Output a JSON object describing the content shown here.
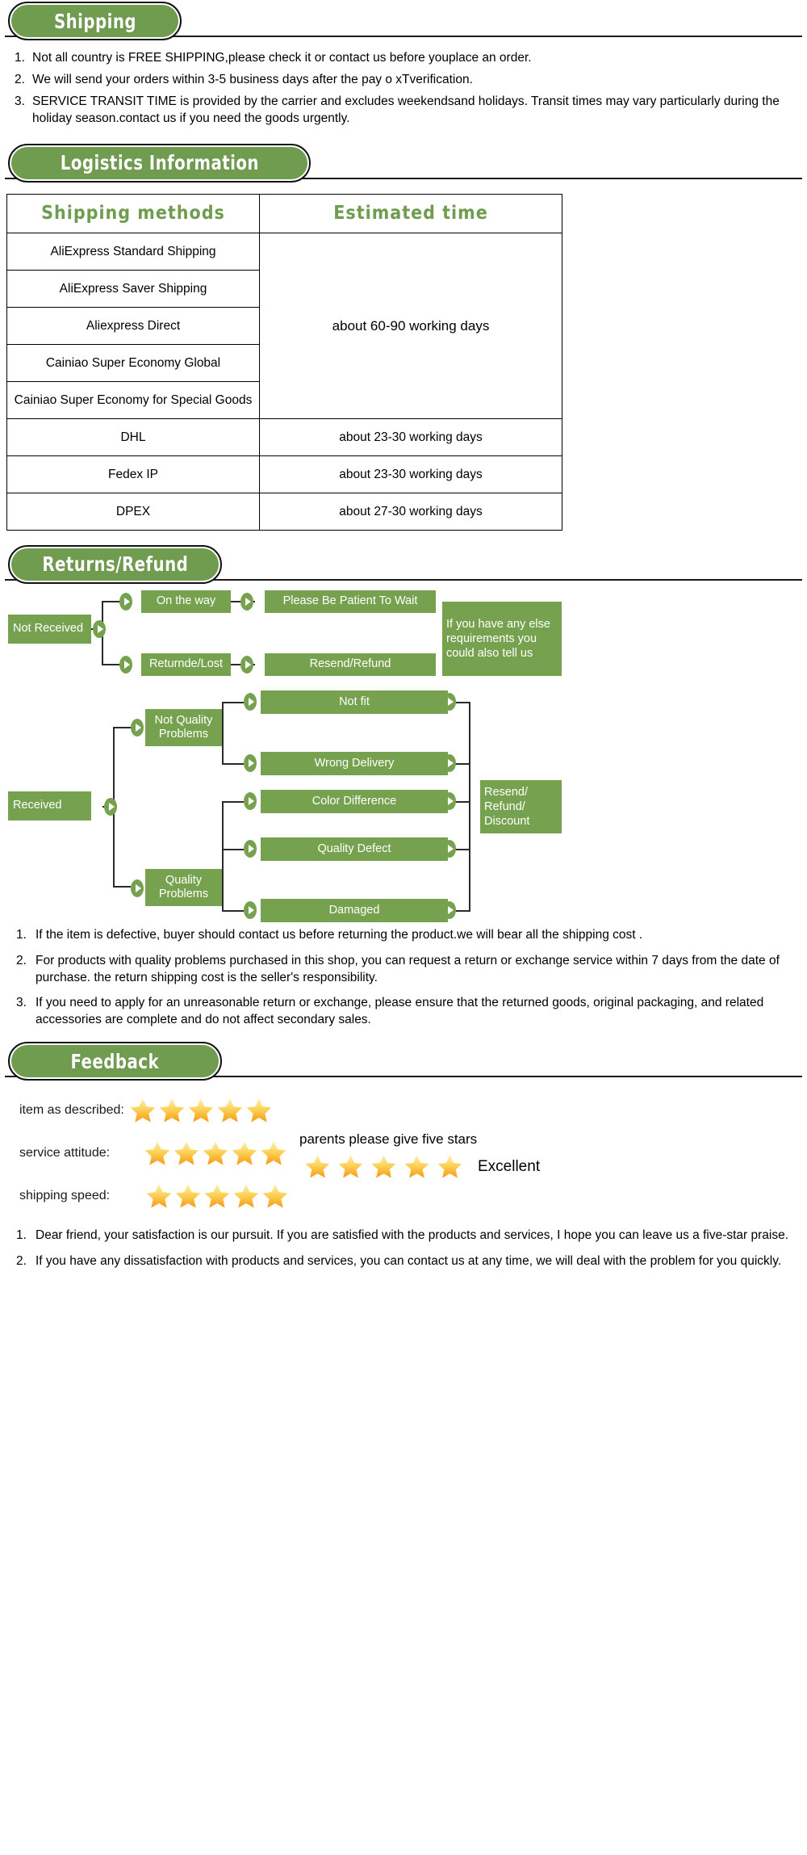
{
  "sections": {
    "shipping": {
      "title": "Shipping",
      "items": [
        "Not all country is FREE SHIPPING,please check it or contact us before youplace an order.",
        "We will send your orders within 3-5 business days after the pay o xTverification.",
        "SERVICE TRANSIT TIME is provided by the carrier and excludes weekendsand holidays. Transit times may vary particularly during the holiday season.contact us if you need the goods urgently."
      ]
    },
    "logistics": {
      "title": "Logistics  Information",
      "columns": [
        "Shipping  methods",
        "Estimated  time"
      ],
      "rows": [
        {
          "method": "AliExpress Standard Shipping",
          "time": "about 60-90 working days",
          "grouped": true
        },
        {
          "method": "AliExpress Saver Shipping",
          "time": "",
          "grouped": true
        },
        {
          "method": "Aliexpress Direct",
          "time": "",
          "grouped": true
        },
        {
          "method": "Cainiao Super Economy Global",
          "time": "",
          "grouped": true
        },
        {
          "method": "Cainiao Super Economy for Special Goods",
          "time": "",
          "grouped": true
        },
        {
          "method": "DHL",
          "time": "about 23-30 working days",
          "grouped": false
        },
        {
          "method": "Fedex IP",
          "time": "about 23-30 working days",
          "grouped": false
        },
        {
          "method": "DPEX",
          "time": "about 27-30 working days",
          "grouped": false
        }
      ]
    },
    "returns": {
      "title": "Returns/Refund",
      "flow": {
        "not_received": "Not Received",
        "on_the_way": "On the way",
        "please_wait": "Please Be Patient To Wait",
        "returned_lost": "Returnde/Lost",
        "resend_refund": "Resend/Refund",
        "any_else": "If you have any else requirements you could also tell us",
        "received": "Received",
        "not_quality_problems": "Not Quality Problems",
        "quality_problems": "Quality Problems",
        "not_fit": "Not fit",
        "wrong_delivery": "Wrong Delivery",
        "color_difference": "Color Difference",
        "quality_defect": "Quality Defect",
        "damaged": "Damaged",
        "resend_refund_discount": "Resend/ Refund/ Discount"
      },
      "items": [
        "If the item is defective, buyer should contact us before returning the product.we will bear all the shipping cost .",
        "For products with quality problems purchased in this shop, you can request a return or exchange service within 7 days from the date of purchase. the return shipping cost is the seller's responsibility.",
        "If you need to apply for an unreasonable return or exchange, please ensure that the returned goods, original packaging, and related accessories are complete and do not affect secondary sales."
      ]
    },
    "feedback": {
      "title": "Feedback",
      "ratings": [
        {
          "label": "item as described:",
          "stars": 5
        },
        {
          "label": "service attitude:",
          "stars": 5
        },
        {
          "label": "shipping speed:",
          "stars": 5
        }
      ],
      "note": "parents please give five stars",
      "note_stars": 5,
      "note_rating_label": "Excellent",
      "items": [
        "Dear friend, your satisfaction is our pursuit. If you are satisfied with the products and services, I hope you can leave us a five-star praise.",
        "If you have any dissatisfaction with products and services, you can contact us at any time, we will deal with the problem for you quickly."
      ]
    }
  },
  "colors": {
    "pill_green": "#6f9c4f",
    "box_green": "#76a24f",
    "header_text_green": "#6f9c4f",
    "star_orange": "#f9a01b",
    "star_light": "#fde08a"
  }
}
